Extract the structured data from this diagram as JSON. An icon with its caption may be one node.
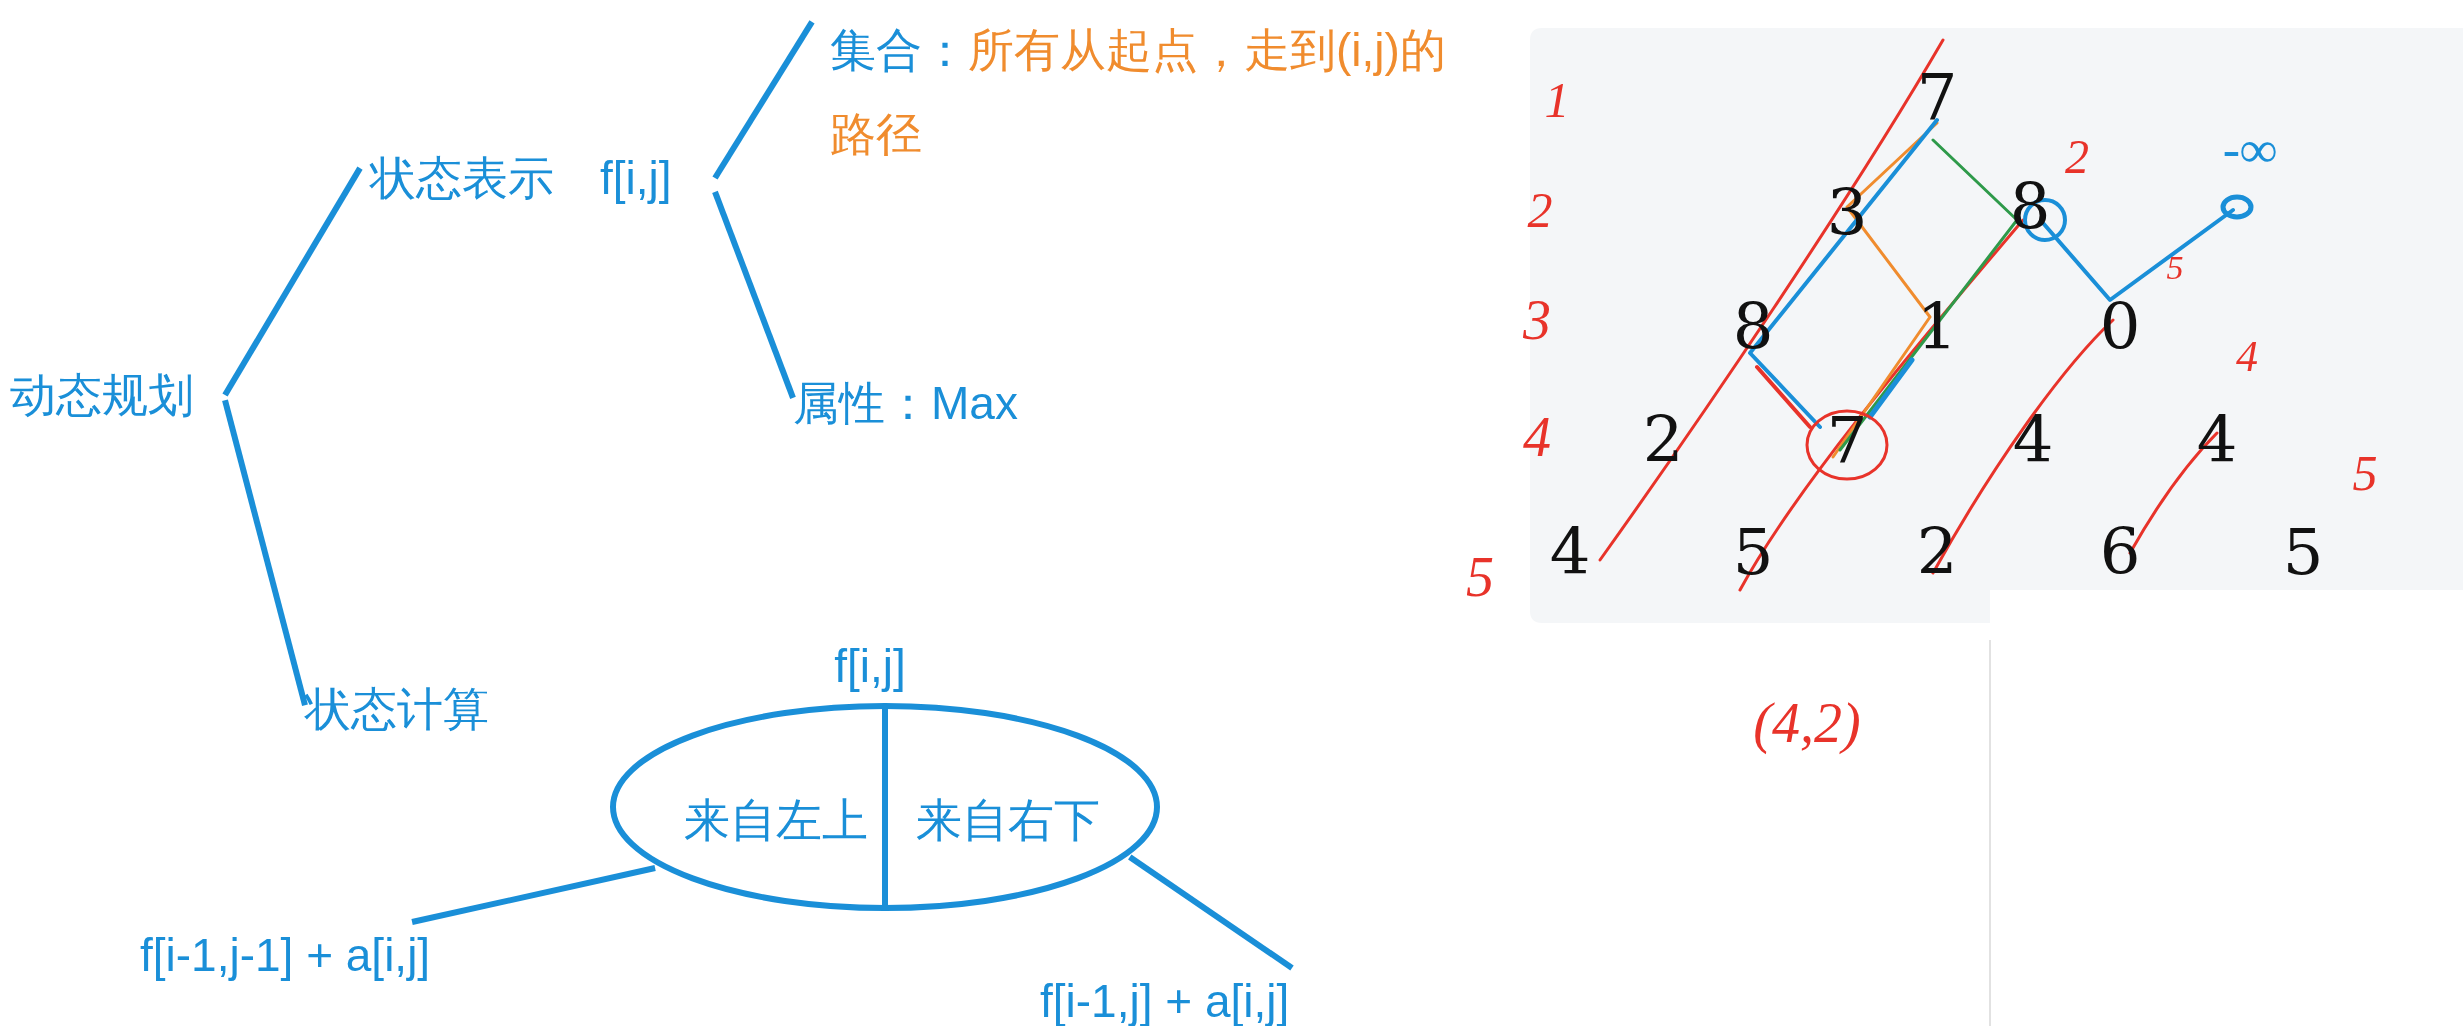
{
  "diagram": {
    "nodes": [
      {
        "text": [
          "动态规划"
        ]
      },
      {
        "text": [
          "状态表示",
          "f[i,j]"
        ]
      },
      {
        "text": [
          "集合：",
          "所有从起点，走到(i,j)的路径"
        ]
      },
      {
        "text": [
          "属性：Max"
        ]
      },
      {
        "text": [
          "状态计算"
        ]
      },
      {
        "text": [
          "f[i,j]",
          "来自左上",
          "来自右下"
        ]
      },
      {
        "text": [
          "f[i-1,j-1] + a[i,j]"
        ]
      },
      {
        "text": [
          "f[i-1,j] + a[i,j]"
        ]
      }
    ],
    "edges": [
      {
        "from": 0,
        "to": 1,
        "arrow": "none"
      },
      {
        "from": 0,
        "to": 4,
        "arrow": "none"
      },
      {
        "from": 1,
        "to": 2,
        "arrow": "none"
      },
      {
        "from": 1,
        "to": 3,
        "arrow": "none"
      },
      {
        "from": 5,
        "to": 6,
        "arrow": "none"
      },
      {
        "from": 5,
        "to": 7,
        "arrow": "none"
      }
    ],
    "labels": [
      "7",
      "3",
      "8",
      "8",
      "1",
      "0",
      "2",
      "7",
      "4",
      "4",
      "4",
      "5",
      "2",
      "6",
      "5",
      "1",
      "2",
      "3",
      "4",
      "5",
      "2",
      "5",
      "4",
      "5",
      "-∞",
      "(4,2)"
    ]
  }
}
